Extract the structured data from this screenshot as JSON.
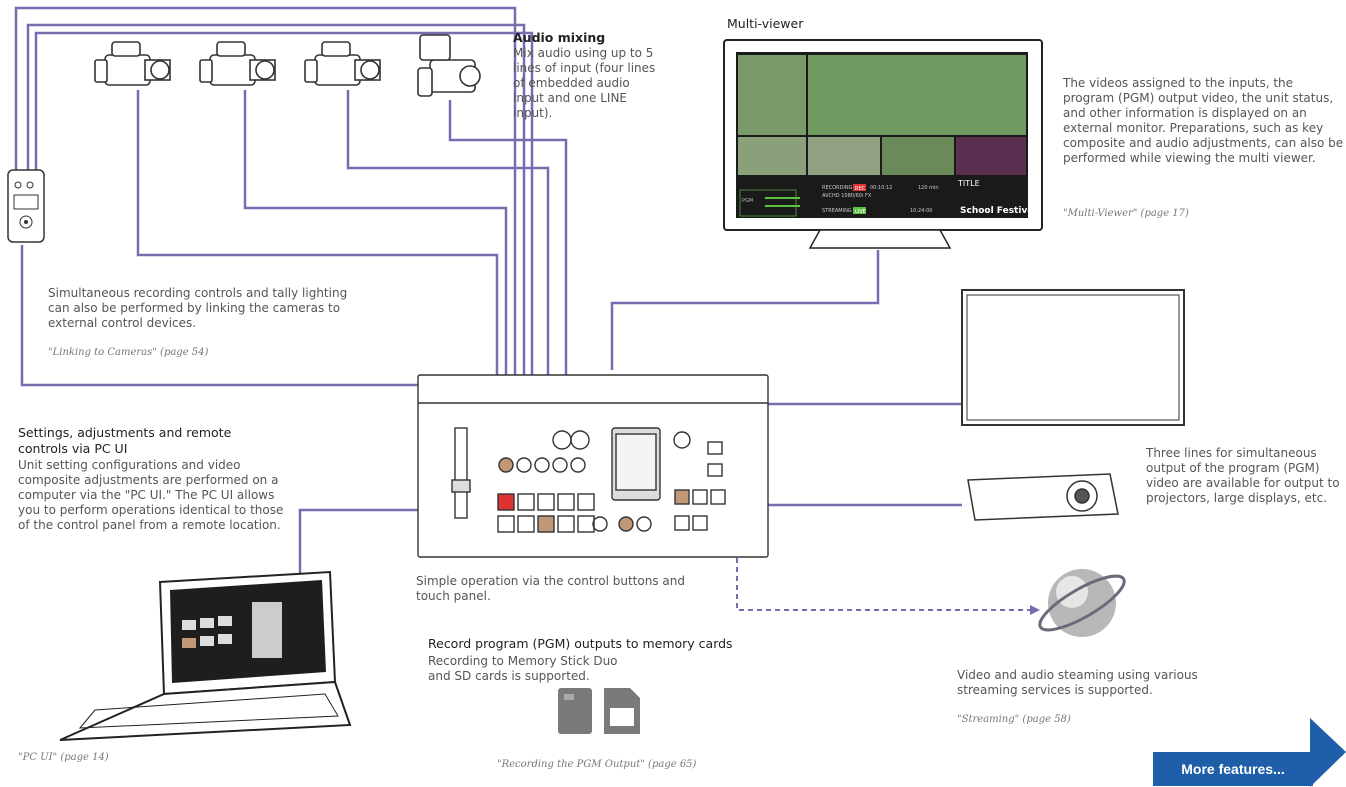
{
  "audio": {
    "title": "Audio mixing",
    "desc": "Mix audio using up to 5 lines of input (four lines of embedded audio input and one LINE input)."
  },
  "multiviewer": {
    "title": "Multi-viewer",
    "desc": "The videos assigned to the inputs, the program (PGM) output video, the unit status, and other information is displayed on an external monitor. Preparations, such as key composite and audio adjustments, can also be performed while viewing the multi viewer.",
    "ref": "\"Multi-Viewer\" (page 17)",
    "screen": {
      "rec_label": "RECORDING",
      "rec_badge": "REC",
      "rec_time": "00:10:12",
      "remain": "120 min",
      "format": "AVCHD 1080/60i FX",
      "stream_label": "STREAMING",
      "stream_badge": "LIVE",
      "stream_time": "10:24:00",
      "pgm": "PGM",
      "title_label": "TITLE",
      "event": "School Festival"
    }
  },
  "cameras": {
    "desc": "Simultaneous recording controls and tally lighting can also be performed by linking the cameras to external control devices.",
    "ref": "\"Linking to Cameras\" (page 54)"
  },
  "pcui": {
    "title": "Settings, adjustments and remote controls via PC UI",
    "desc": "Unit setting configurations and video composite adjustments are performed on a computer via the \"PC UI.\" The PC UI allows you to perform operations identical to those of the control panel from a remote location.",
    "ref": "\"PC UI\" (page 14)"
  },
  "unit": {
    "caption": "Simple operation via the control buttons and touch panel."
  },
  "memory": {
    "title": "Record program (PGM) outputs to memory cards",
    "desc": "Recording to Memory Stick Duo and SD cards is supported.",
    "ref": "\"Recording the PGM Output\" (page 65)"
  },
  "output": {
    "desc": "Three lines for simultaneous output of the program (PGM) video are available for output to projectors, large displays, etc."
  },
  "streaming": {
    "desc": "Video and audio steaming using various streaming services is supported.",
    "ref": "\"Streaming\" (page 58)"
  },
  "nav": {
    "more": "More features..."
  },
  "colors": {
    "cable": "#7a6bb0",
    "button": "#1f5faa"
  }
}
